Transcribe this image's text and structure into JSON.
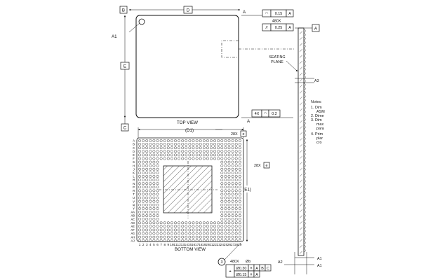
{
  "datums": {
    "b": "B",
    "d": "D",
    "a": "A",
    "c": "C",
    "e": "E"
  },
  "views": {
    "top": "TOP VIEW",
    "bottom": "BOTTOM VIEW"
  },
  "pin_a1": "A1",
  "tolerances": {
    "flatness_sym": "◠",
    "flatness_val": "0.15",
    "flatness_datum": "A",
    "count_480x": "480X",
    "parallel_sym": "//",
    "parallel_val": "0.25",
    "parallel_datum": "A",
    "four_x": "4X",
    "four_x_sym": "◠",
    "four_x_val": "0.2",
    "ball_count": "480X",
    "ball_dia": "Øb",
    "pos_sym": "⌖",
    "pos1_val": "Ø0.30",
    "pos1_m": "M",
    "pos1_a": "A",
    "pos1_b": "B",
    "pos1_c": "C",
    "pos2_val": "Ø0.15",
    "pos2_m": "M",
    "pos2_a": "A",
    "note3": "3"
  },
  "dims": {
    "d1": "(D1)",
    "e1": "(E1)",
    "pitch_x": "28X",
    "pitch_y": "28X",
    "pitch_ref": "e"
  },
  "side": {
    "seating_1": "SEATING",
    "seating_2": "PLANE",
    "a1": "A1",
    "a2": "A2",
    "a3": "A3",
    "datum_a": "A"
  },
  "notes": {
    "title": "Notes:",
    "lines": [
      "1.  Dim",
      "ASM",
      "2.  Dime",
      "3.  Dim",
      "max",
      "para",
      "4.  Prim",
      "plar",
      "cro"
    ]
  },
  "grid": {
    "rows": 29,
    "cols": 29,
    "row_labels": [
      "A",
      "B",
      "C",
      "D",
      "E",
      "F",
      "G",
      "H",
      "J",
      "K",
      "L",
      "M",
      "N",
      "P",
      "R",
      "T",
      "U",
      "V",
      "W",
      "Y",
      "AA",
      "AB",
      "AC",
      "AD",
      "AE",
      "AF",
      "AG",
      "AH",
      "AJ"
    ],
    "col_labels": [
      "1",
      "2",
      "3",
      "4",
      "5",
      "6",
      "7",
      "8",
      "9",
      "10",
      "11",
      "12",
      "13",
      "14",
      "15",
      "16",
      "17",
      "18",
      "19",
      "20",
      "21",
      "22",
      "23",
      "24",
      "25",
      "26",
      "27",
      "28",
      "29"
    ],
    "outer_rings": 6
  }
}
